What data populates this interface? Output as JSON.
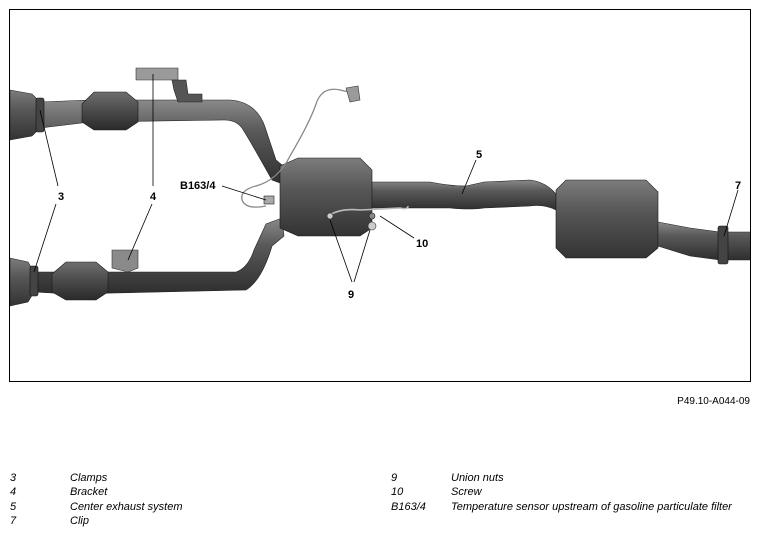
{
  "diagram": {
    "callouts": {
      "c3": "3",
      "c4": "4",
      "c5": "5",
      "c7": "7",
      "c9": "9",
      "c10": "10",
      "cb163": "B163/4"
    },
    "figure_id": "P49.10-A044-09"
  },
  "legend": {
    "left": [
      {
        "num": "3",
        "text": "Clamps"
      },
      {
        "num": "4",
        "text": "Bracket"
      },
      {
        "num": "5",
        "text": "Center exhaust system"
      },
      {
        "num": "7",
        "text": "Clip"
      }
    ],
    "right": [
      {
        "num": "9",
        "text": "Union nuts"
      },
      {
        "num": "10",
        "text": "Screw"
      },
      {
        "num": "B163/4",
        "text": "Temperature sensor upstream of gasoline particulate filter"
      }
    ]
  }
}
